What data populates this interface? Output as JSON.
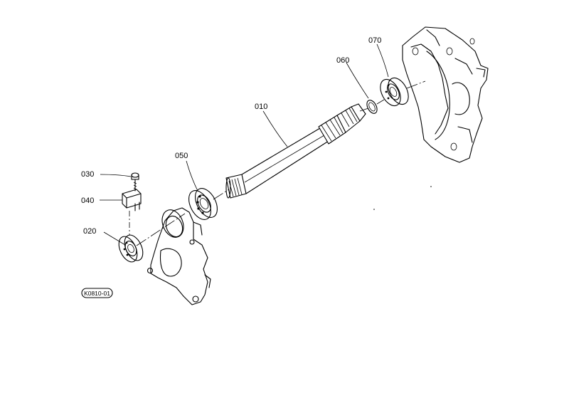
{
  "diagram": {
    "parts": [
      {
        "id": "010",
        "label": "010"
      },
      {
        "id": "020",
        "label": "020"
      },
      {
        "id": "030",
        "label": "030"
      },
      {
        "id": "040",
        "label": "040"
      },
      {
        "id": "050",
        "label": "050"
      },
      {
        "id": "060",
        "label": "060"
      },
      {
        "id": "070",
        "label": "070"
      }
    ],
    "figure_code": "K0810-01"
  }
}
